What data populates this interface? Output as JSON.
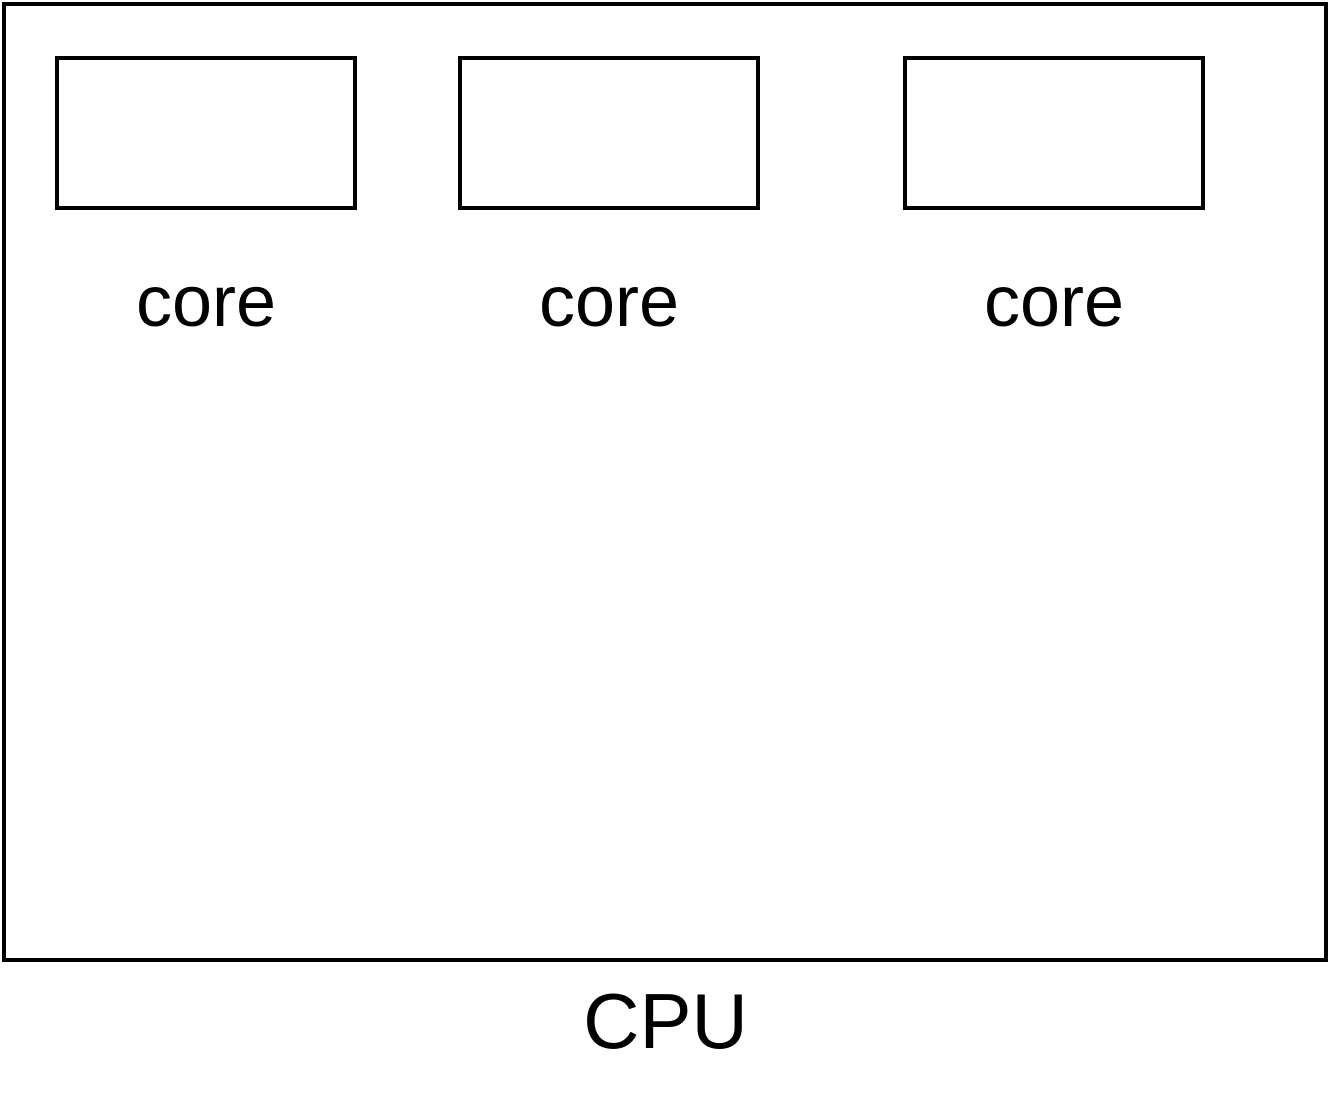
{
  "diagram": {
    "cpu_label": "CPU",
    "cores": [
      {
        "label": "core"
      },
      {
        "label": "core"
      },
      {
        "label": "core"
      }
    ]
  }
}
